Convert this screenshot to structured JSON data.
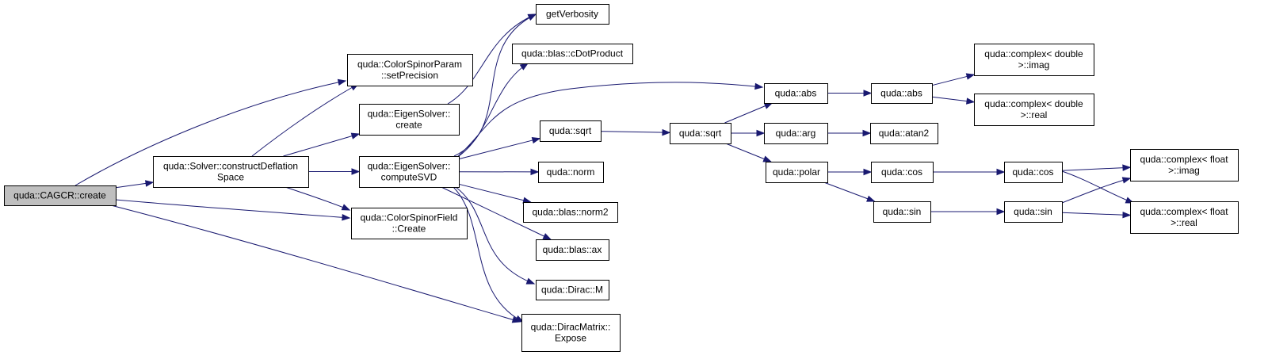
{
  "colors": {
    "edge": "#191970",
    "root_fill": "#bfbfbf",
    "node_fill": "#ffffff",
    "node_border": "#000000"
  },
  "nodes": [
    {
      "id": "cagcr_create",
      "lines": [
        "quda::CAGCR::create"
      ],
      "root": true
    },
    {
      "id": "solver_construct",
      "lines": [
        "quda::Solver::constructDeflation",
        "Space"
      ]
    },
    {
      "id": "csparam_setprec",
      "lines": [
        "quda::ColorSpinorParam",
        "::setPrecision"
      ]
    },
    {
      "id": "eigensolver_create",
      "lines": [
        "quda::EigenSolver::",
        "create"
      ]
    },
    {
      "id": "eigensolver_svd",
      "lines": [
        "quda::EigenSolver::",
        "computeSVD"
      ]
    },
    {
      "id": "csfield_create",
      "lines": [
        "quda::ColorSpinorField",
        "::Create"
      ]
    },
    {
      "id": "diracmatrix_expose",
      "lines": [
        "quda::DiracMatrix::",
        "Expose"
      ]
    },
    {
      "id": "getverbosity",
      "lines": [
        "getVerbosity"
      ]
    },
    {
      "id": "blas_cdot",
      "lines": [
        "quda::blas::cDotProduct"
      ]
    },
    {
      "id": "sqrt1",
      "lines": [
        "quda::sqrt"
      ]
    },
    {
      "id": "norm",
      "lines": [
        "quda::norm"
      ]
    },
    {
      "id": "blas_norm2",
      "lines": [
        "quda::blas::norm2"
      ]
    },
    {
      "id": "blas_ax",
      "lines": [
        "quda::blas::ax"
      ]
    },
    {
      "id": "dirac_m",
      "lines": [
        "quda::Dirac::M"
      ]
    },
    {
      "id": "abs1",
      "lines": [
        "quda::abs"
      ]
    },
    {
      "id": "sqrt2",
      "lines": [
        "quda::sqrt"
      ]
    },
    {
      "id": "arg",
      "lines": [
        "quda::arg"
      ]
    },
    {
      "id": "polar",
      "lines": [
        "quda::polar"
      ]
    },
    {
      "id": "abs2",
      "lines": [
        "quda::abs"
      ]
    },
    {
      "id": "atan2",
      "lines": [
        "quda::atan2"
      ]
    },
    {
      "id": "cos1",
      "lines": [
        "quda::cos"
      ]
    },
    {
      "id": "sin1",
      "lines": [
        "quda::sin"
      ]
    },
    {
      "id": "cd_imag",
      "lines": [
        "quda::complex< double",
        ">::imag"
      ]
    },
    {
      "id": "cd_real",
      "lines": [
        "quda::complex< double",
        ">::real"
      ]
    },
    {
      "id": "cos2",
      "lines": [
        "quda::cos"
      ]
    },
    {
      "id": "sin2",
      "lines": [
        "quda::sin"
      ]
    },
    {
      "id": "cf_imag",
      "lines": [
        "quda::complex< float",
        ">::imag"
      ]
    },
    {
      "id": "cf_real",
      "lines": [
        "quda::complex< float",
        ">::real"
      ]
    }
  ],
  "edges": [
    {
      "from": "cagcr_create",
      "to": "csparam_setprec"
    },
    {
      "from": "cagcr_create",
      "to": "solver_construct"
    },
    {
      "from": "cagcr_create",
      "to": "csfield_create"
    },
    {
      "from": "cagcr_create",
      "to": "diracmatrix_expose"
    },
    {
      "from": "solver_construct",
      "to": "csparam_setprec"
    },
    {
      "from": "solver_construct",
      "to": "eigensolver_create"
    },
    {
      "from": "solver_construct",
      "to": "eigensolver_svd"
    },
    {
      "from": "solver_construct",
      "to": "csfield_create"
    },
    {
      "from": "eigensolver_create",
      "to": "getverbosity"
    },
    {
      "from": "eigensolver_svd",
      "to": "getverbosity"
    },
    {
      "from": "eigensolver_svd",
      "to": "blas_cdot"
    },
    {
      "from": "eigensolver_svd",
      "to": "abs1"
    },
    {
      "from": "eigensolver_svd",
      "to": "sqrt1"
    },
    {
      "from": "eigensolver_svd",
      "to": "norm"
    },
    {
      "from": "eigensolver_svd",
      "to": "blas_norm2"
    },
    {
      "from": "eigensolver_svd",
      "to": "blas_ax"
    },
    {
      "from": "eigensolver_svd",
      "to": "dirac_m"
    },
    {
      "from": "eigensolver_svd",
      "to": "diracmatrix_expose"
    },
    {
      "from": "sqrt1",
      "to": "sqrt2"
    },
    {
      "from": "sqrt2",
      "to": "abs1"
    },
    {
      "from": "sqrt2",
      "to": "arg"
    },
    {
      "from": "sqrt2",
      "to": "polar"
    },
    {
      "from": "abs1",
      "to": "abs2"
    },
    {
      "from": "abs2",
      "to": "cd_imag"
    },
    {
      "from": "abs2",
      "to": "cd_real"
    },
    {
      "from": "arg",
      "to": "atan2"
    },
    {
      "from": "polar",
      "to": "cos1"
    },
    {
      "from": "polar",
      "to": "sin1"
    },
    {
      "from": "cos1",
      "to": "cos2"
    },
    {
      "from": "sin1",
      "to": "sin2"
    },
    {
      "from": "cos2",
      "to": "cf_imag"
    },
    {
      "from": "cos2",
      "to": "cf_real"
    },
    {
      "from": "sin2",
      "to": "cf_imag"
    },
    {
      "from": "sin2",
      "to": "cf_real"
    }
  ]
}
